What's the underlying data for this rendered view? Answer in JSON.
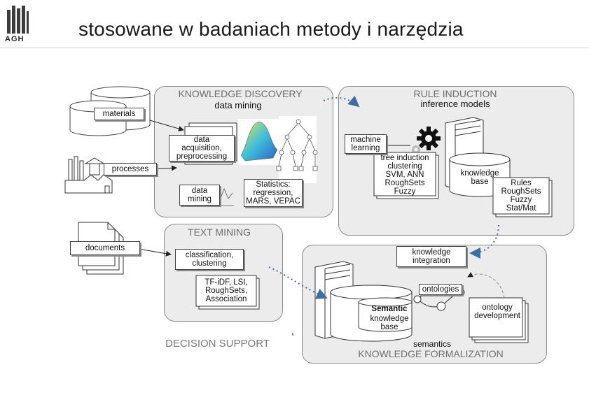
{
  "header": {
    "title": "stosowane w badaniach metody i narzędzia",
    "logo_text": "AGH"
  },
  "inputs": {
    "materials": "materials",
    "processes": "processes",
    "documents": "documents"
  },
  "knowledge_discovery": {
    "title": "KNOWLEDGE DISCOVERY",
    "subtitle": "data mining",
    "data_acquisition": "data\nacquisition,\npreprocessing",
    "data_mining": "data\nmining",
    "statistics": "Statistics:\nregression,\nMARS, VEPAC"
  },
  "rule_induction": {
    "title": "RULE INDUCTION",
    "subtitle": "inference models",
    "machine_learning": "machine\nlearning",
    "tree_induction": "tree induction\nclustering\nSVM, ANN\nRoughSets\nFuzzy",
    "knowledge_base": "knowledge\nbase",
    "rules": "Rules\nRoughSets\nFuzzy\nStat/Mat"
  },
  "text_mining": {
    "title": "TEXT MINING",
    "classification": "classification,\nclustering",
    "methods": "TF-iDF, LSI,\nRoughSets,\nAssociation"
  },
  "decision_support": {
    "title": "DECISION SUPPORT"
  },
  "knowledge_formalization": {
    "title": "KNOWLEDGE FORMALIZATION",
    "knowledge_integration": "knowledge\nintegration",
    "ontologies": "ontologies",
    "semantic_kb_bold": "Semantic",
    "semantic_kb_rest": "knowledge\nbase",
    "ontology_development": "ontology\ndevelopment",
    "semantics": "semantics"
  },
  "colors": {
    "panel_fill": "#ececec",
    "panel_border": "#8a8a8a",
    "flow_arrow": "#3a6ea5",
    "title_gray": "#6d6d6d"
  }
}
